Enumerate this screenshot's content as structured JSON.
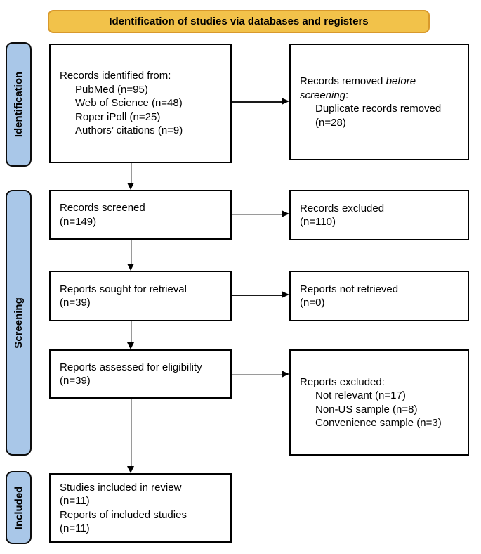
{
  "colors": {
    "bg": "#ffffff",
    "banner_fill": "#f2c24a",
    "banner_border": "#d8992c",
    "stage_fill": "#a9c7e8",
    "stage_border": "#0d0d0d",
    "box_border": "#000000",
    "line_gray": "#9a9a9a",
    "line_black": "#1a1a1a",
    "arrowhead": "#000000"
  },
  "banner": {
    "label": "Identification of studies via databases and registers"
  },
  "stages": {
    "identification": "Identification",
    "screening": "Screening",
    "included": "Included"
  },
  "boxes": {
    "records_identified": {
      "lines": [
        {
          "segs": [
            {
              "t": "Records identified from:"
            }
          ]
        },
        {
          "indent": true,
          "segs": [
            {
              "t": "PubMed (n=95)"
            }
          ]
        },
        {
          "indent": true,
          "segs": [
            {
              "t": "Web of Science (n=48)"
            }
          ]
        },
        {
          "indent": true,
          "segs": [
            {
              "t": "Roper iPoll (n=25)"
            }
          ]
        },
        {
          "indent": true,
          "segs": [
            {
              "t": "Authors’ citations (n=9)"
            }
          ]
        }
      ]
    },
    "records_removed": {
      "lines": [
        {
          "segs": [
            {
              "t": "Records removed "
            },
            {
              "t": "before",
              "i": true
            }
          ]
        },
        {
          "segs": [
            {
              "t": "screening",
              "i": true
            },
            {
              "t": ":"
            }
          ]
        },
        {
          "indent": true,
          "segs": [
            {
              "t": "Duplicate records removed"
            }
          ]
        },
        {
          "indent": true,
          "segs": [
            {
              "t": "(n=28)"
            }
          ]
        }
      ]
    },
    "records_screened": {
      "lines": [
        {
          "segs": [
            {
              "t": "Records screened"
            }
          ]
        },
        {
          "segs": [
            {
              "t": "(n=149)"
            }
          ]
        }
      ]
    },
    "records_excluded": {
      "lines": [
        {
          "segs": [
            {
              "t": "Records excluded"
            }
          ]
        },
        {
          "segs": [
            {
              "t": "(n=110)"
            }
          ]
        }
      ]
    },
    "reports_sought": {
      "lines": [
        {
          "segs": [
            {
              "t": "Reports sought for retrieval"
            }
          ]
        },
        {
          "segs": [
            {
              "t": "(n=39)"
            }
          ]
        }
      ]
    },
    "reports_not_retrieved": {
      "lines": [
        {
          "segs": [
            {
              "t": "Reports not retrieved"
            }
          ]
        },
        {
          "segs": [
            {
              "t": "(n=0)"
            }
          ]
        }
      ]
    },
    "reports_assessed": {
      "lines": [
        {
          "segs": [
            {
              "t": "Reports assessed for eligibility"
            }
          ]
        },
        {
          "segs": [
            {
              "t": "(n=39)"
            }
          ]
        }
      ]
    },
    "reports_excluded": {
      "lines": [
        {
          "segs": [
            {
              "t": "Reports excluded:"
            }
          ]
        },
        {
          "indent": true,
          "segs": [
            {
              "t": "Not relevant (n=17)"
            }
          ]
        },
        {
          "indent": true,
          "segs": [
            {
              "t": "Non-US sample (n=8)"
            }
          ]
        },
        {
          "indent": true,
          "segs": [
            {
              "t": "Convenience sample (n=3)"
            }
          ]
        }
      ]
    },
    "studies_included": {
      "lines": [
        {
          "segs": [
            {
              "t": "Studies included in review"
            }
          ]
        },
        {
          "segs": [
            {
              "t": "(n=11)"
            }
          ]
        },
        {
          "segs": [
            {
              "t": "Reports of included studies"
            }
          ]
        },
        {
          "segs": [
            {
              "t": "(n=11)"
            }
          ]
        }
      ]
    }
  }
}
